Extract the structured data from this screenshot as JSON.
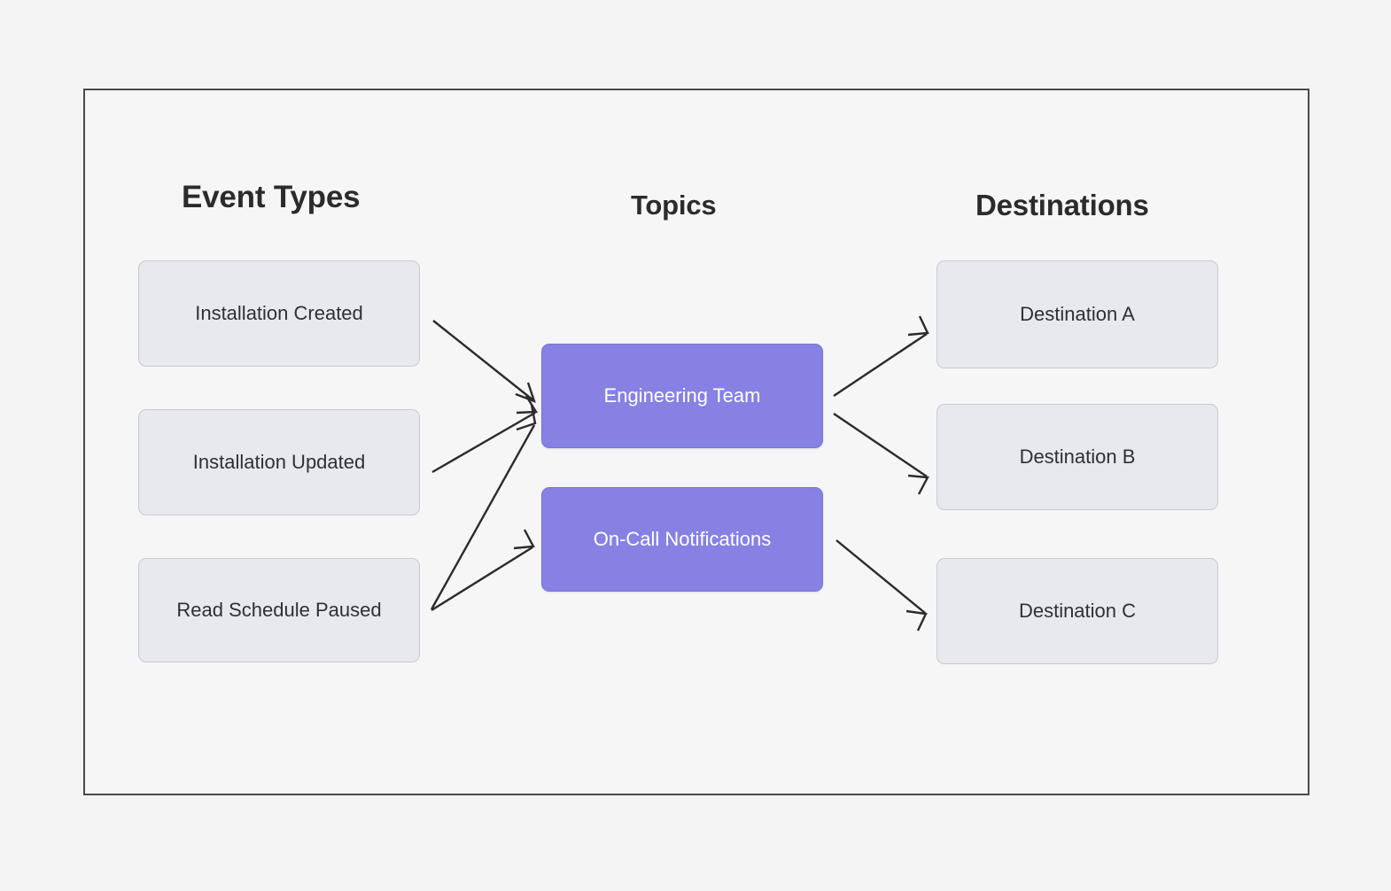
{
  "diagram": {
    "background_color": "#f4f4f4",
    "frame_border_color": "#4a4a4d",
    "accent_color": "#8781e4",
    "node_fill_color": "#e8e9ee",
    "node_border_color": "#c9cbd0",
    "arrow_color": "#2b2b2e",
    "columns": [
      {
        "id": "event-types",
        "title": "Event Types",
        "nodes": [
          {
            "id": "installation-created",
            "label": "Installation Created"
          },
          {
            "id": "installation-updated",
            "label": "Installation Updated"
          },
          {
            "id": "read-schedule-paused",
            "label": "Read Schedule Paused"
          }
        ]
      },
      {
        "id": "topics",
        "title": "Topics",
        "nodes": [
          {
            "id": "engineering-team",
            "label": "Engineering Team"
          },
          {
            "id": "oncall-notifications",
            "label": "On-Call Notifications"
          }
        ]
      },
      {
        "id": "destinations",
        "title": "Destinations",
        "nodes": [
          {
            "id": "destination-a",
            "label": "Destination A"
          },
          {
            "id": "destination-b",
            "label": "Destination B"
          },
          {
            "id": "destination-c",
            "label": "Destination C"
          }
        ]
      }
    ],
    "connections": [
      {
        "from": "installation-created",
        "to": "engineering-team"
      },
      {
        "from": "installation-updated",
        "to": "engineering-team"
      },
      {
        "from": "read-schedule-paused",
        "to": "engineering-team"
      },
      {
        "from": "read-schedule-paused",
        "to": "oncall-notifications"
      },
      {
        "from": "engineering-team",
        "to": "destination-a"
      },
      {
        "from": "engineering-team",
        "to": "destination-b"
      },
      {
        "from": "oncall-notifications",
        "to": "destination-c"
      }
    ]
  }
}
